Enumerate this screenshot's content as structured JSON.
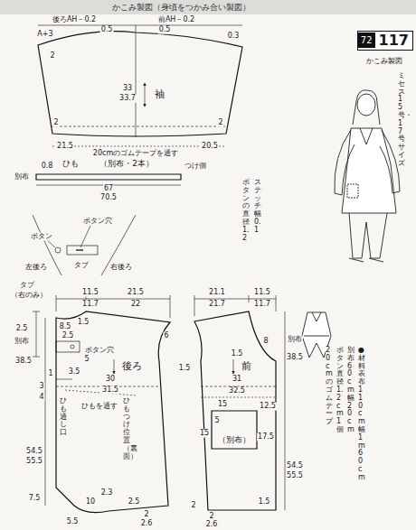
{
  "diagram": {
    "title": "かこみ製図（身頃をつかみ合い製図）",
    "nodes": [
      {
        "text": [
          "72",
          "117"
        ]
      },
      {
        "text": [
          "袖"
        ]
      },
      {
        "text": [
          "ひも",
          "（別布・2本）"
        ]
      },
      {
        "text": [
          "後ろ"
        ]
      },
      {
        "text": [
          "前"
        ]
      },
      {
        "text": [
          "（別布）"
        ],
        "in": 4
      }
    ],
    "labels": [
      "かこみ製図",
      "ミセス15号・17号サイズ",
      "後ろAH－0.2",
      "前AH－0.2",
      "A+3",
      "0.5",
      "0.5",
      "0.3",
      "2",
      "33",
      "33.7",
      "2",
      "2",
      "21.5",
      "20.5",
      "20cmのゴムテープを通す",
      "0.8",
      "別布",
      "つけ側",
      "67",
      "70.5",
      "ボタンの直径1.2",
      "ステッチ幅0.1",
      "ボタン穴",
      "ボタン",
      "左後ろ",
      "タブ",
      "右後ろ",
      "タブ",
      "（右のみ）",
      "11.5",
      "11.7",
      "21.5",
      "22",
      "1.5",
      "6",
      "8.5",
      "2.5",
      "2.5",
      "別布",
      "38.5",
      "ボタン穴",
      "5",
      "1",
      "3.5",
      "3",
      "4",
      "30",
      "31.5",
      "ひも通し口",
      "ひもを通す",
      "ひもつけ位置（裏面）",
      "54.5",
      "55.5",
      "7.5",
      "5.5",
      "2.3",
      "10",
      "2.5",
      "2",
      "2.6",
      "21.1",
      "21.7",
      "11.5",
      "11.7",
      "1.5",
      "8",
      "1.5",
      "31",
      "32.5",
      "15",
      "12.5",
      "5",
      "17.5",
      "15",
      "別布",
      "38.5",
      "54.5",
      "55.5",
      "2",
      "2.6",
      "1.5",
      "2",
      "●材料 表布110cm幅1m60cm",
      "別布60cm幅20cm",
      "ボタン直径1.2cm1個",
      "20cmのゴムテープ"
    ]
  }
}
